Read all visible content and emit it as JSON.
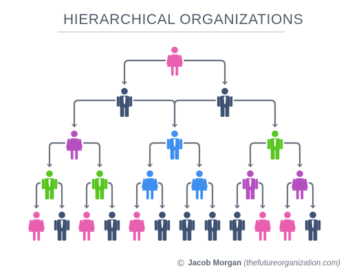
{
  "title": "HIERARCHICAL ORGANIZATIONS",
  "colors": {
    "pink": "#e85fb0",
    "navy": "#3f5273",
    "blue": "#3d8ef0",
    "green": "#58c61f",
    "magenta": "#b54fc0",
    "arrow": "#6a7380"
  },
  "levels": [
    [
      {
        "color": "pink",
        "gender": "female"
      }
    ],
    [
      {
        "color": "navy",
        "gender": "male"
      },
      {
        "color": "navy",
        "gender": "male"
      }
    ],
    [
      {
        "color": "magenta",
        "gender": "female"
      },
      {
        "color": "blue",
        "gender": "male"
      },
      {
        "color": "green",
        "gender": "male"
      }
    ],
    [
      {
        "color": "green",
        "gender": "male"
      },
      {
        "color": "green",
        "gender": "male"
      },
      {
        "color": "blue",
        "gender": "female"
      },
      {
        "color": "blue",
        "gender": "female"
      },
      {
        "color": "magenta",
        "gender": "male"
      },
      {
        "color": "magenta",
        "gender": "female"
      }
    ],
    [
      {
        "color": "pink",
        "gender": "female"
      },
      {
        "color": "navy",
        "gender": "male"
      },
      {
        "color": "pink",
        "gender": "female"
      },
      {
        "color": "navy",
        "gender": "male"
      },
      {
        "color": "pink",
        "gender": "female"
      },
      {
        "color": "navy",
        "gender": "male"
      },
      {
        "color": "navy",
        "gender": "male"
      },
      {
        "color": "navy",
        "gender": "male"
      },
      {
        "color": "navy",
        "gender": "male"
      },
      {
        "color": "pink",
        "gender": "female"
      },
      {
        "color": "pink",
        "gender": "female"
      },
      {
        "color": "navy",
        "gender": "male"
      }
    ]
  ],
  "credit": {
    "symbol": "©",
    "author": "Jacob Morgan",
    "site": "(thefutureorganization.com)"
  }
}
